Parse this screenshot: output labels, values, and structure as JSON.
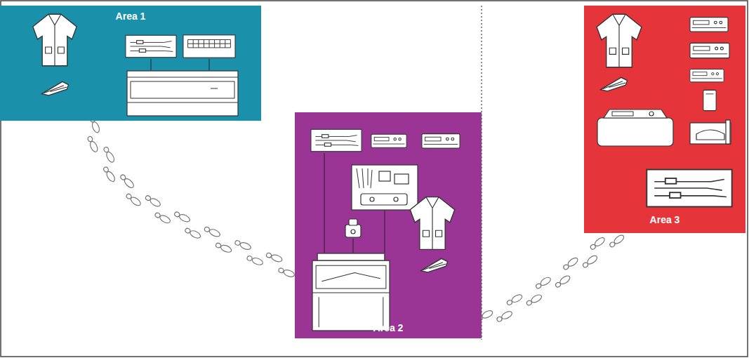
{
  "diagram": {
    "nodes": [
      {
        "text": [
          "Area 1"
        ]
      },
      {
        "text": [
          "Area 2"
        ]
      },
      {
        "text": [
          "Area 3"
        ]
      }
    ],
    "edges": [
      {
        "from": 0,
        "to": 1,
        "arrow": "none"
      },
      {
        "from": 1,
        "to": 2,
        "arrow": "none"
      }
    ]
  }
}
